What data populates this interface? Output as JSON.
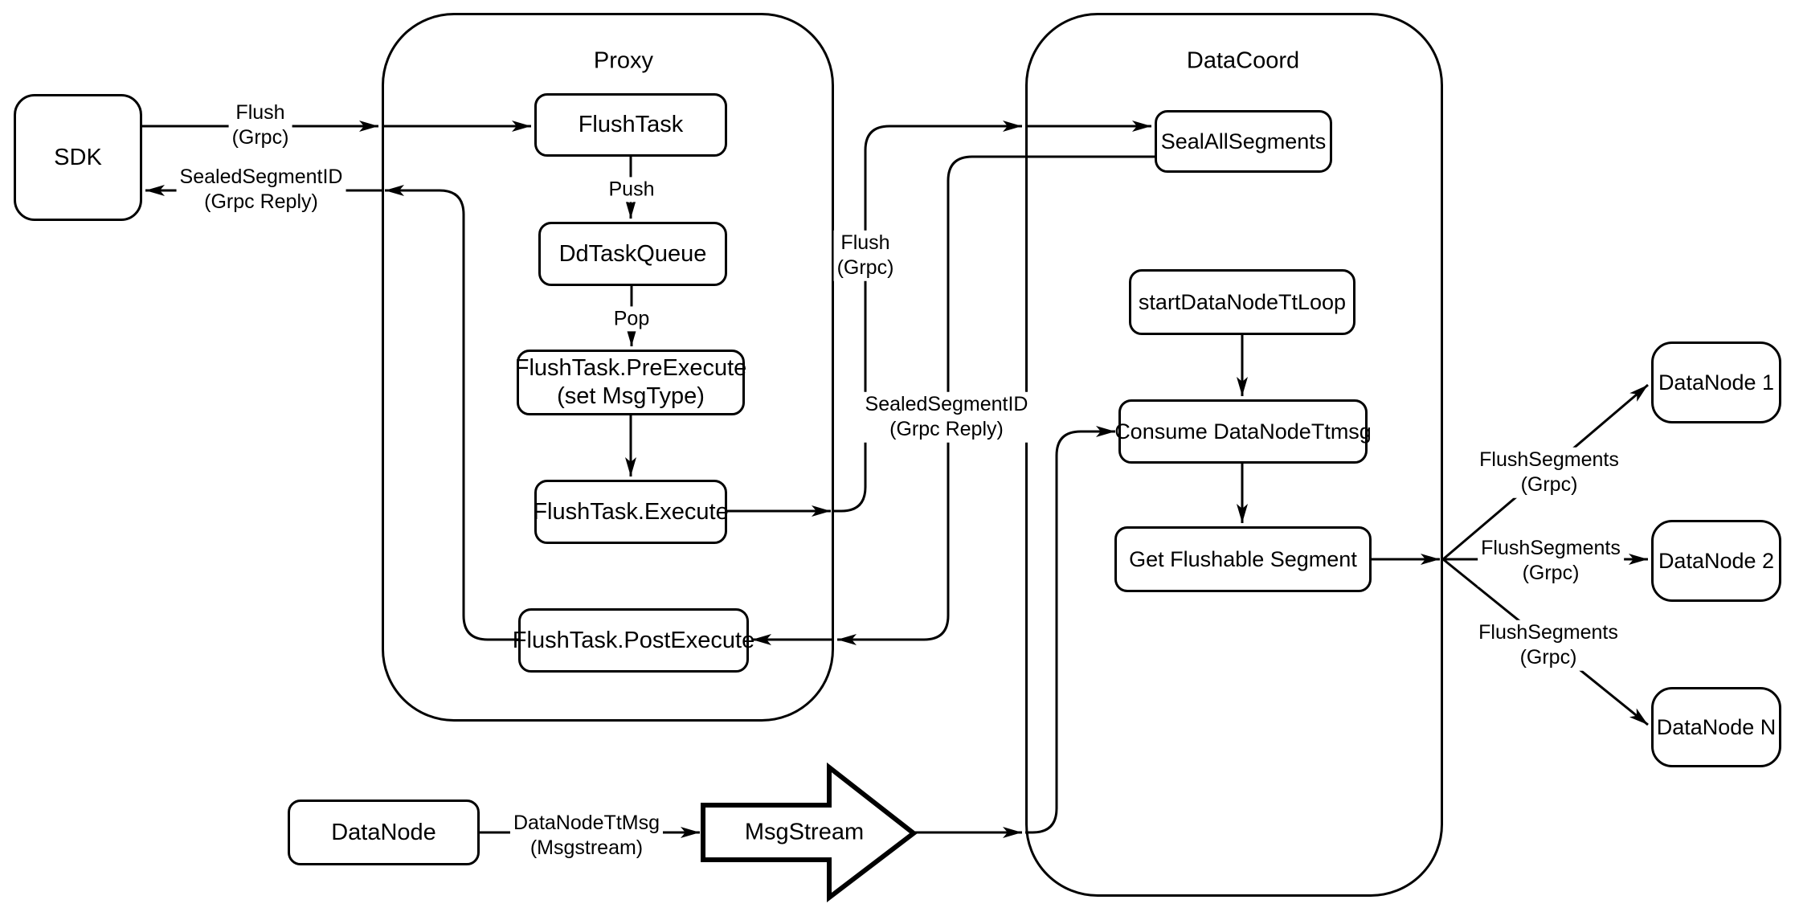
{
  "containers": {
    "proxy": {
      "title": "Proxy"
    },
    "datacoord": {
      "title": "DataCoord"
    }
  },
  "nodes": {
    "sdk": {
      "label": "SDK"
    },
    "flush_task": {
      "label": "FlushTask"
    },
    "dd_task_queue": {
      "label": "DdTaskQueue"
    },
    "flush_task_pre_execute": {
      "label": "FlushTask.PreExecute",
      "sublabel": "(set MsgType)"
    },
    "flush_task_execute": {
      "label": "FlushTask.Execute"
    },
    "flush_task_post_execute": {
      "label": "FlushTask.PostExecute"
    },
    "seal_all_segments": {
      "label": "SealAllSegments"
    },
    "start_data_node_tt_loop": {
      "label": "startDataNodeTtLoop"
    },
    "consume_data_node_ttmsg": {
      "label": "Consume DataNodeTtmsg"
    },
    "get_flushable_segment": {
      "label": "Get Flushable Segment"
    },
    "data_node_1": {
      "label": "DataNode 1"
    },
    "data_node_2": {
      "label": "DataNode 2"
    },
    "data_node_n": {
      "label": "DataNode N"
    },
    "data_node": {
      "label": "DataNode"
    },
    "msg_stream": {
      "label": "MsgStream"
    }
  },
  "edge_labels": {
    "flush_sdk_to_proxy": {
      "line1": "Flush",
      "line2": "(Grpc)"
    },
    "sealed_segment_id_to_sdk": {
      "line1": "SealedSegmentID",
      "line2": "(Grpc Reply)"
    },
    "push": {
      "line1": "Push"
    },
    "pop": {
      "line1": "Pop"
    },
    "flush_proxy_to_datacoord": {
      "line1": "Flush",
      "line2": "(Grpc)"
    },
    "sealed_segment_id_reply": {
      "line1": "SealedSegmentID",
      "line2": "(Grpc Reply)"
    },
    "flush_segments_to_datanode_1": {
      "line1": "FlushSegments",
      "line2": "(Grpc)"
    },
    "flush_segments_to_datanode_2": {
      "line1": "FlushSegments",
      "line2": "(Grpc)"
    },
    "flush_segments_to_datanode_n": {
      "line1": "FlushSegments",
      "line2": "(Grpc)"
    },
    "data_node_tt_msg": {
      "line1": "DataNodeTtMsg",
      "line2": "(Msgstream)"
    }
  },
  "colors": {
    "stroke": "#000000",
    "background": "#ffffff",
    "text": "#000000"
  }
}
